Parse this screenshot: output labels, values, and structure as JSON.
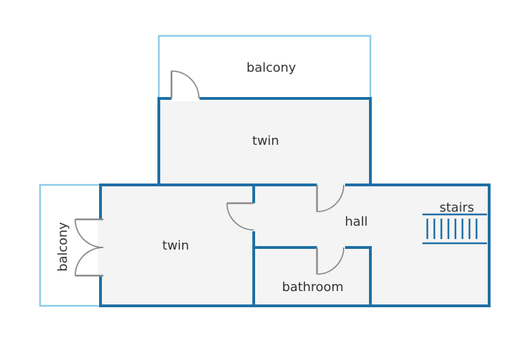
{
  "floorplan": {
    "rooms": [
      {
        "id": "balcony-top",
        "label": "balcony"
      },
      {
        "id": "twin-upper",
        "label": "twin"
      },
      {
        "id": "balcony-left",
        "label": "balcony"
      },
      {
        "id": "twin-lower",
        "label": "twin"
      },
      {
        "id": "hall",
        "label": "hall"
      },
      {
        "id": "bathroom",
        "label": "bathroom"
      },
      {
        "id": "stairs",
        "label": "stairs"
      }
    ]
  },
  "colors": {
    "wall": "#1f6fa5",
    "balcony_outline": "#8ccce8",
    "floor": "#f4f4f4",
    "door": "#8a8a8a",
    "text": "#333333"
  }
}
